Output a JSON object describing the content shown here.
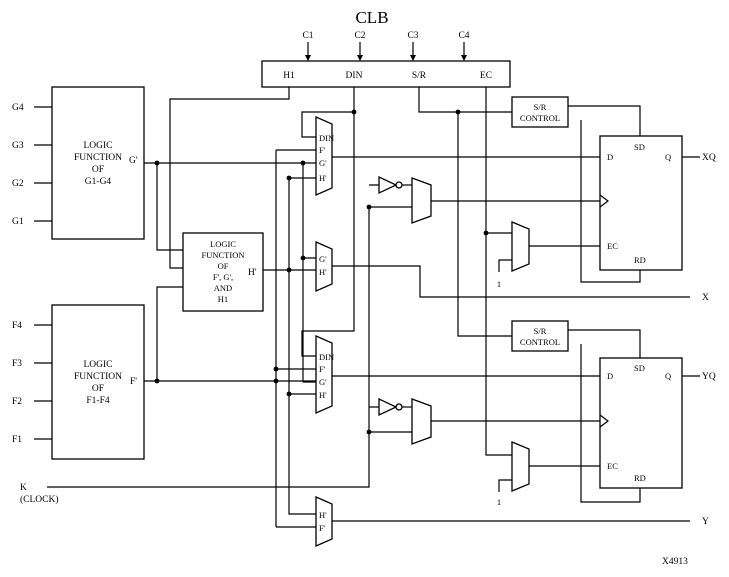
{
  "title": "CLB",
  "figure_id": "X4913",
  "control_inputs": [
    "C1",
    "C2",
    "C3",
    "C4"
  ],
  "control_bus": [
    "H1",
    "DIN",
    "S/R",
    "EC"
  ],
  "g_inputs": [
    "G4",
    "G3",
    "G2",
    "G1"
  ],
  "f_inputs": [
    "F4",
    "F3",
    "F2",
    "F1"
  ],
  "g_lut": {
    "lines": [
      "LOGIC",
      "FUNCTION",
      "OF",
      "G1-G4"
    ],
    "output": "G'"
  },
  "f_lut": {
    "lines": [
      "LOGIC",
      "FUNCTION",
      "OF",
      "F1-F4"
    ],
    "output": "F'"
  },
  "h_lut": {
    "lines": [
      "LOGIC",
      "FUNCTION",
      "OF",
      "F', G',",
      "AND",
      "H1"
    ],
    "output": "H'"
  },
  "mux_din": [
    "DIN",
    "F'",
    "G'",
    "H'"
  ],
  "mux_x": [
    "G'",
    "H'"
  ],
  "mux_y": [
    "H'",
    "F'"
  ],
  "sr_control": [
    "S/R",
    "CONTROL"
  ],
  "ff_pins": {
    "d": "D",
    "sd": "SD",
    "q": "Q",
    "ec": "EC",
    "rd": "RD"
  },
  "constant_one": "1",
  "clock": [
    "K",
    "(CLOCK)"
  ],
  "outputs": [
    "XQ",
    "X",
    "YQ",
    "Y"
  ]
}
